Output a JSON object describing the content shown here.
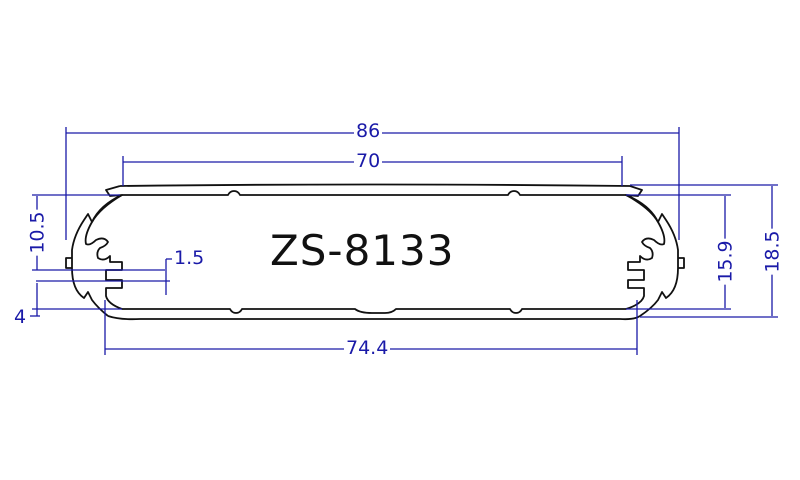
{
  "drawing": {
    "part_number": "ZS-8133",
    "line_color": "#111111",
    "dimension_color": "#1a1aa8",
    "dimensions": {
      "overall_width": "86",
      "inner_width": "70",
      "base_width": "74.4",
      "overall_height": "18.5",
      "inner_height": "15.9",
      "slot_offset": "10.5",
      "slot_gap": "1.5",
      "bottom_offset": "4"
    }
  }
}
